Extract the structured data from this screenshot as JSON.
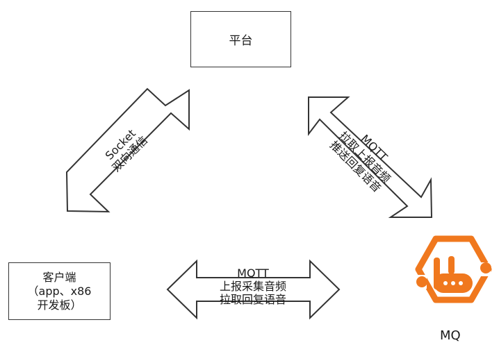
{
  "nodes": {
    "platform": {
      "label": "平台"
    },
    "client": {
      "line1": "客户端",
      "line2": "（app、x86",
      "line3": "开发板）"
    },
    "mq": {
      "label": "MQ",
      "icon": "mq-logo-icon",
      "color": "#F0781E"
    }
  },
  "edges": {
    "client_platform": {
      "line1": "Socket",
      "line2": "双向通信"
    },
    "platform_mq": {
      "line1": "MQTT",
      "line2": "拉取上报音频",
      "line3": "推送回复语音"
    },
    "client_mq": {
      "line1": "MQTT",
      "line2": "上报采集音频",
      "line3": "拉取回复语音"
    }
  }
}
